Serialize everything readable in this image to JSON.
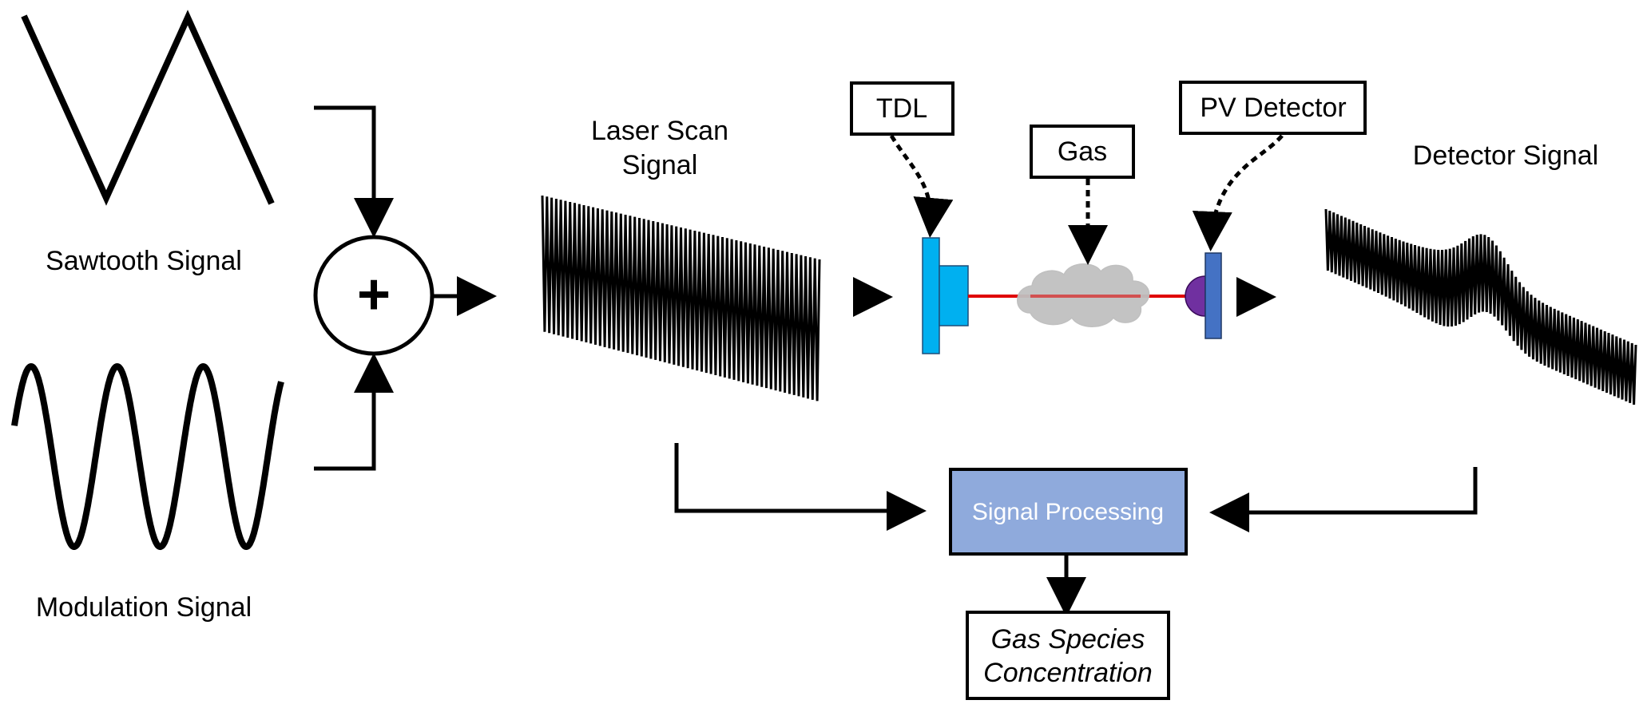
{
  "labels": {
    "sawtooth": "Sawtooth Signal",
    "modulation": "Modulation Signal",
    "laser_scan_line1": "Laser Scan",
    "laser_scan_line2": "Signal",
    "detector_signal": "Detector Signal",
    "plus": "+"
  },
  "boxes": {
    "tdl": "TDL",
    "gas": "Gas",
    "pv_detector": "PV Detector",
    "signal_processing": "Signal Processing",
    "output_line1": "Gas Species",
    "output_line2": "Concentration"
  },
  "colors": {
    "tdl_body": "#00b0f0",
    "laser_beam": "#e00000",
    "gas_cloud": "#c0c0c0",
    "detector_body": "#4472c4",
    "detector_lens": "#7030a0",
    "processing_fill": "#8faadc"
  }
}
